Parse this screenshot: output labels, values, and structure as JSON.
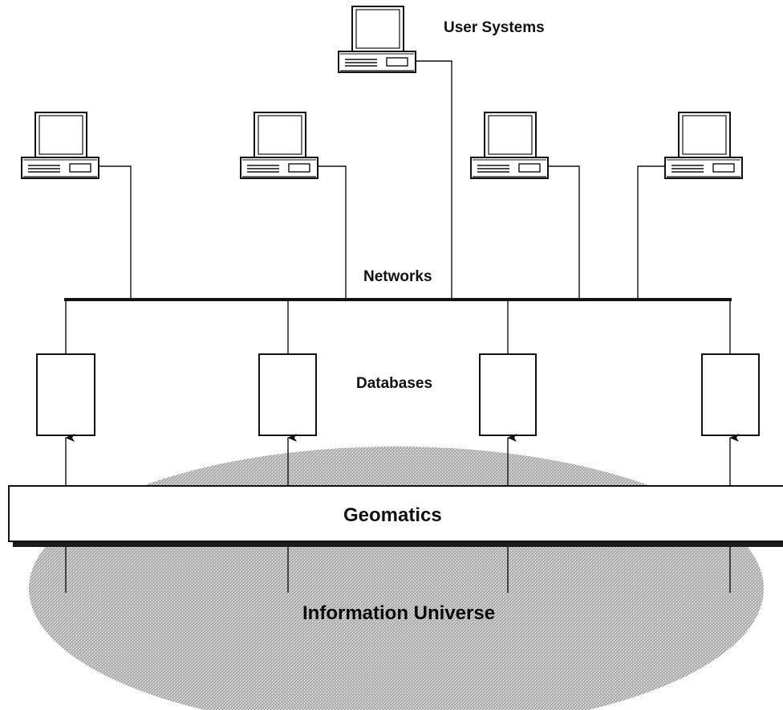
{
  "labels": {
    "user_systems": "User Systems",
    "networks": "Networks",
    "databases": "Databases",
    "geomatics": "Geomatics",
    "information_universe": "Information Universe"
  },
  "colors": {
    "line": "#111111",
    "background": "#ffffff",
    "universe_fill": "#b4b4b4"
  },
  "icons": {
    "computer": "computer-icon",
    "database": "database-box",
    "arrow": "arrow-up-icon"
  }
}
